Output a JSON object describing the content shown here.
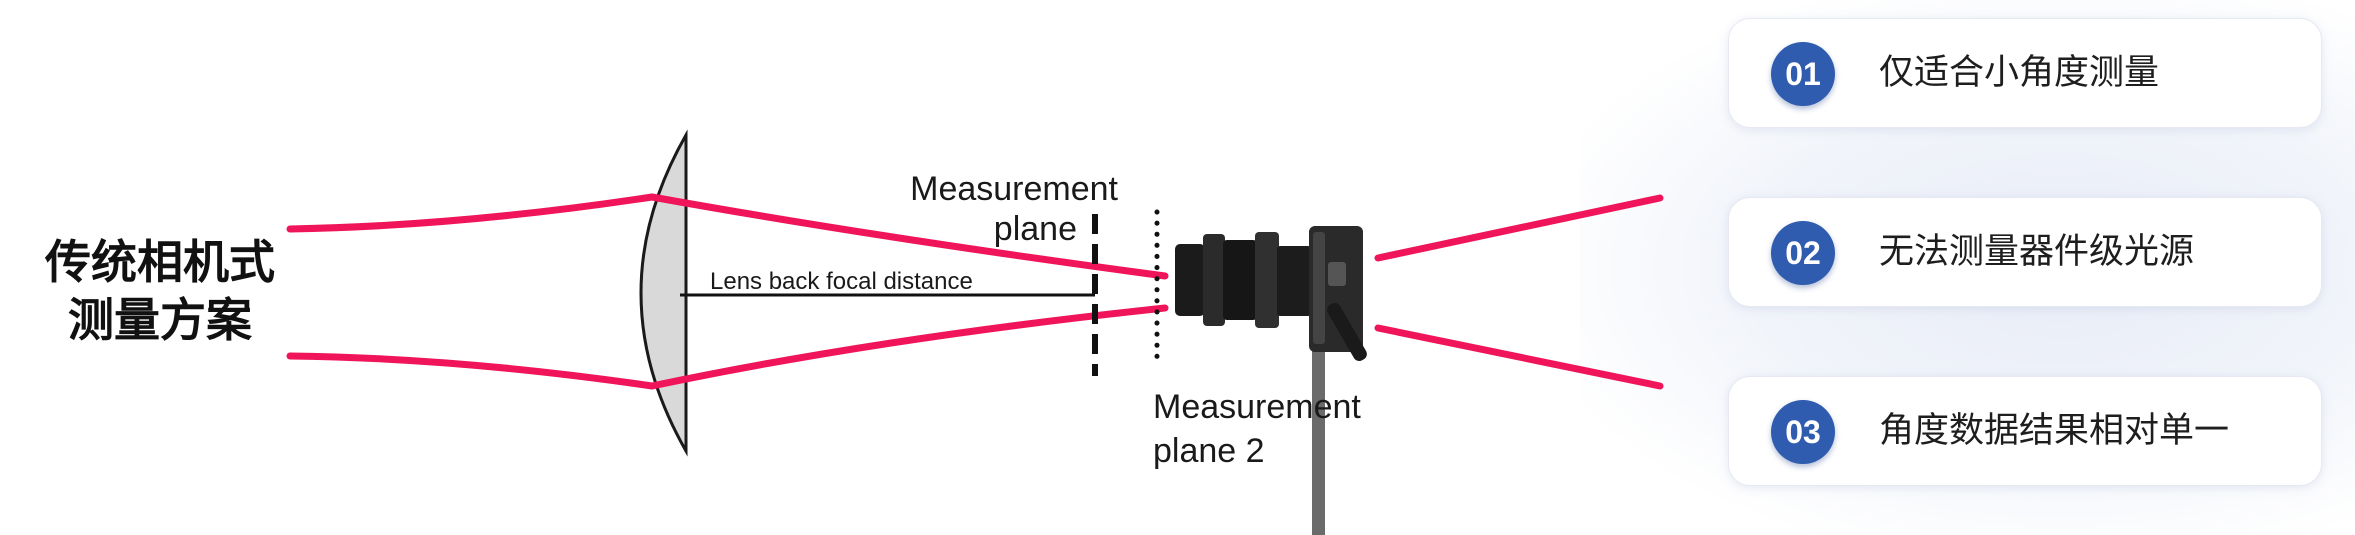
{
  "title": {
    "line1": "传统相机式",
    "line2": "测量方案"
  },
  "labels": {
    "measurement_plane_line1": "Measurement",
    "measurement_plane_line2": "plane",
    "lens_back_focal": "Lens back focal distance",
    "measurement_plane2_line1": "Measurement",
    "measurement_plane2_line2": "plane 2"
  },
  "cards": [
    {
      "num": "01",
      "text": "仅适合小角度测量"
    },
    {
      "num": "02",
      "text": "无法测量器件级光源"
    },
    {
      "num": "03",
      "text": "角度数据结果相对单一"
    }
  ],
  "colors": {
    "beam": "#f0145a",
    "accent": "#2f5cae",
    "lens_fill": "#d9d9d9"
  }
}
